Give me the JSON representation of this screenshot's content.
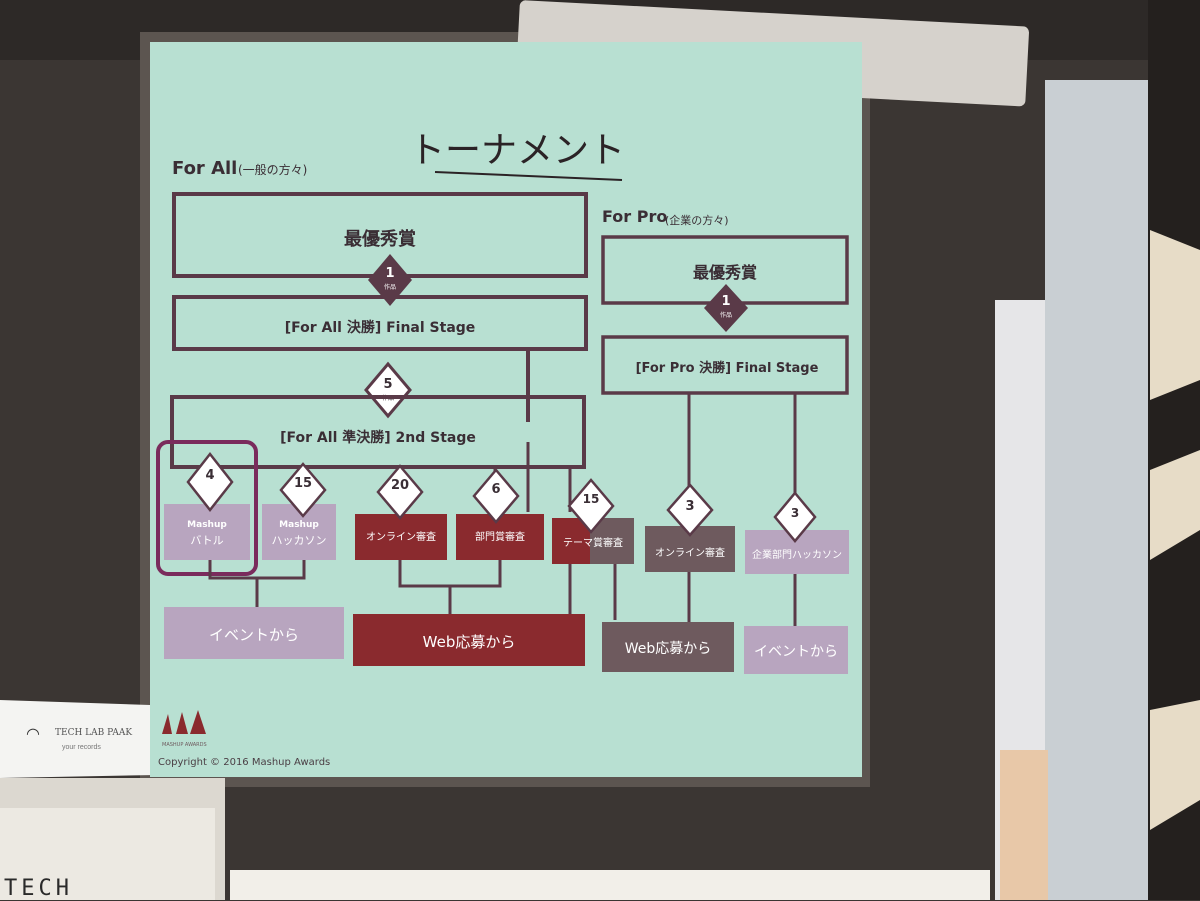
{
  "slide": {
    "title": "トーナメント",
    "copyright": "Copyright © 2016 Mashup Awards",
    "logo_caption": "MASHUP AWARDS",
    "for_all": {
      "heading": "For All",
      "heading_sub": "(一般の方々)",
      "top_award": "最優秀賞",
      "top_count": "1",
      "final_stage": "[For All 決勝] Final Stage",
      "final_count": "5",
      "second_stage": "[For All 準決勝] 2nd Stage",
      "branches": [
        {
          "count": "4",
          "label": "Mashup\nバトル"
        },
        {
          "count": "15",
          "label": "Mashup\nハッカソン"
        },
        {
          "count": "20",
          "label": "オンライン審査"
        },
        {
          "count": "6",
          "label": "部門賞審査"
        },
        {
          "count": "15",
          "label": "テーマ賞審査"
        }
      ],
      "sources": [
        "イベントから",
        "Web応募から"
      ]
    },
    "for_pro": {
      "heading": "For Pro",
      "heading_sub": "(企業の方々)",
      "top_award": "最優秀賞",
      "top_count": "1",
      "final_stage": "[For Pro 決勝] Final Stage",
      "branches": [
        {
          "count": "3",
          "label": "オンライン審査"
        },
        {
          "count": "3",
          "label": "企業部門ハッカソン"
        }
      ],
      "sources": [
        "Web応募から",
        "イベントから"
      ]
    },
    "count_unit": "作品"
  },
  "room": {
    "sign_line1": "TECH LAB PAAK",
    "sign_line2": "your records",
    "desk_text": "TECH"
  },
  "colors": {
    "slide_bg": "#b8e0d2",
    "line": "#5a3a48",
    "red_box": "#8a2a2e",
    "purple_box": "#b8a5bf",
    "gray_box": "#6e5a5e",
    "battle_border": "#7a2b5c"
  }
}
